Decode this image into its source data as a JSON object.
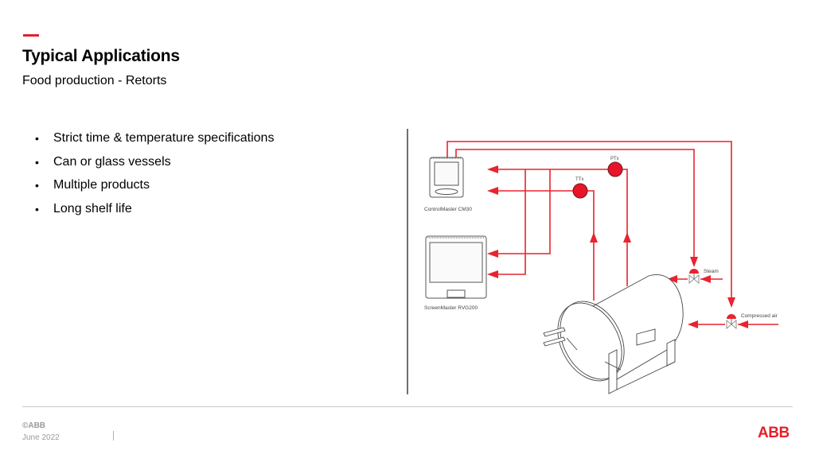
{
  "slide": {
    "title": "Typical Applications",
    "subtitle": "Food production - Retorts",
    "bullets": [
      "Strict time & temperature specifications",
      "Can or glass vessels",
      "Multiple products",
      "Long shelf life"
    ],
    "bullet_glyph": "•"
  },
  "diagram": {
    "devices": {
      "controller": "ControlMaster CM30",
      "recorder": "ScreenMaster RVG200"
    },
    "transmitters": {
      "pressure": "PTx",
      "temperature": "TTx"
    },
    "valves": {
      "steam": "Steam",
      "air": "Compressed air"
    }
  },
  "footer": {
    "copyright": "©ABB",
    "date": "June 2022",
    "logo": "ABB"
  },
  "colors": {
    "accent": "#e4202a",
    "line_red": "#e8242e",
    "transmitter_fill": "#e8142a",
    "text": "#000000",
    "footer_text": "#9a9a9a",
    "divider": "#6e6e6e"
  }
}
